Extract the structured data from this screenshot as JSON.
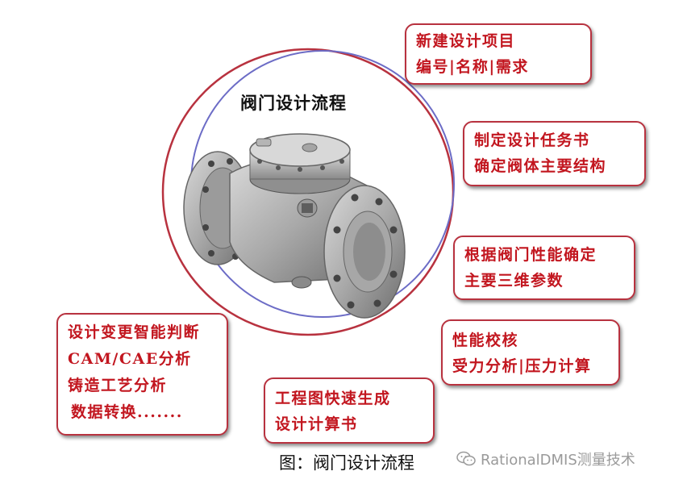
{
  "diagram_title": "阀门设计流程",
  "caption": "图：阀门设计流程",
  "watermark": "RationalDMIS测量技术",
  "colors": {
    "accent": "#c2161f",
    "border": "#b8323f",
    "ring_blue": "#6c6cc6"
  },
  "steps": [
    {
      "line1": "新建设计项目",
      "line2": "编号|名称|需求"
    },
    {
      "line1": "制定设计任务书",
      "line2": "确定阀体主要结构"
    },
    {
      "line1": "根据阀门性能确定",
      "line2": "主要三维参数"
    },
    {
      "line1": "性能校核",
      "line2": "受力分析|压力计算"
    },
    {
      "line1": "工程图快速生成",
      "line2": "设计计算书"
    },
    {
      "line1": "设计变更智能判断",
      "line2": "CAM/CAE分析",
      "line3": "铸造工艺分析",
      "line4": "数据转换......."
    }
  ]
}
